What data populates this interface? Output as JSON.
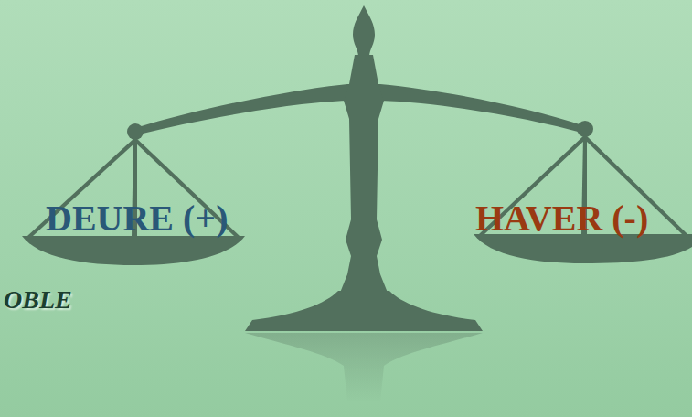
{
  "diagram": {
    "labels": [
      "DEURE (+)",
      "HAVER (-)",
      "OBLE"
    ]
  }
}
